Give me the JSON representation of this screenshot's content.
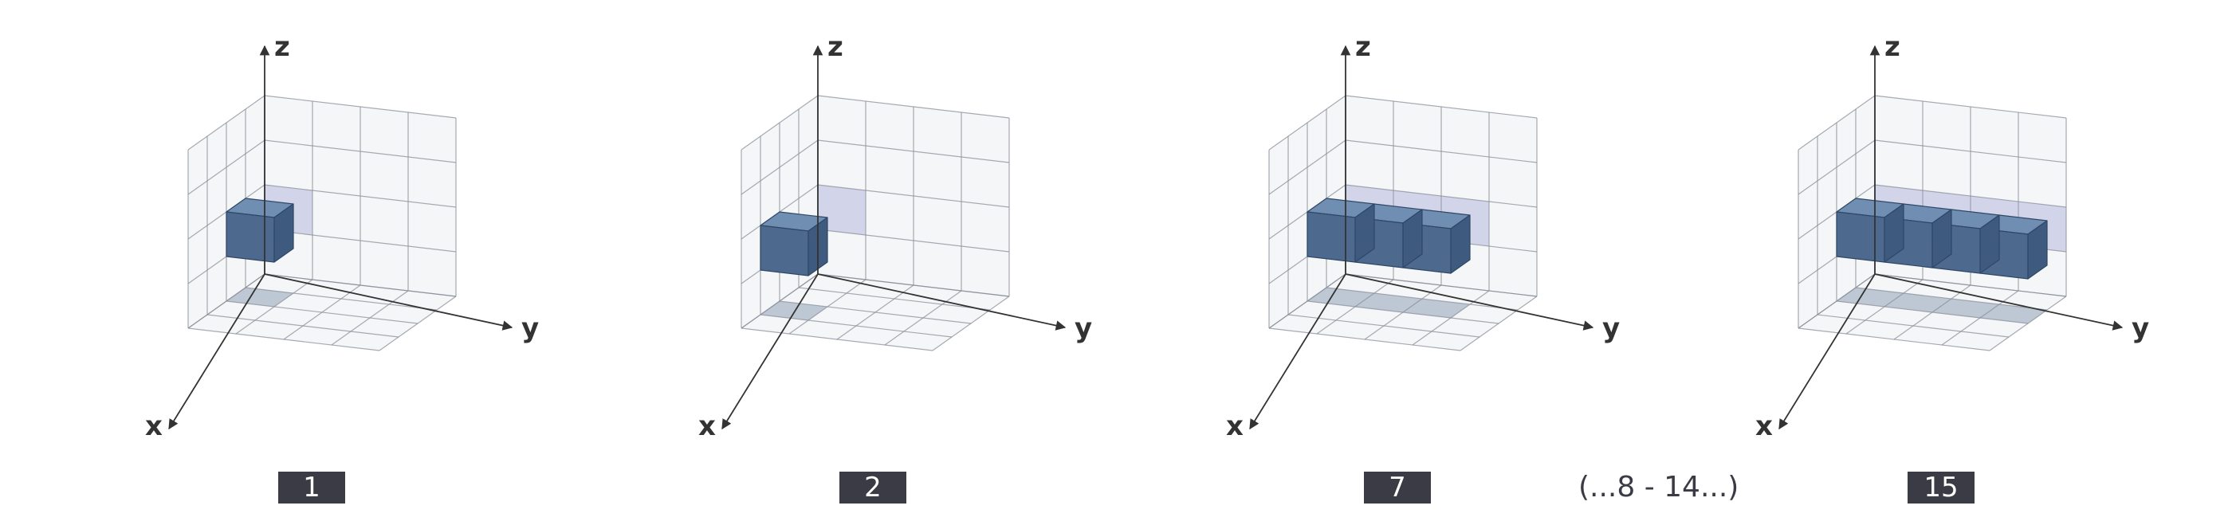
{
  "axis_labels": {
    "x": "x",
    "y": "y",
    "z": "z"
  },
  "steps": [
    {
      "label": "1",
      "cubes": [
        [
          1,
          0
        ]
      ]
    },
    {
      "label": "2",
      "cubes": [
        [
          2,
          0
        ]
      ]
    },
    {
      "label": "7",
      "cubes": [
        [
          1,
          0
        ],
        [
          1,
          1
        ],
        [
          1,
          2
        ]
      ]
    },
    {
      "label": "15",
      "cubes": [
        [
          1,
          0
        ],
        [
          1,
          1
        ],
        [
          1,
          2
        ],
        [
          1,
          3
        ]
      ]
    }
  ],
  "gap_note": "(...8 - 14...)",
  "colors": {
    "cube_front": "#4d6a8e",
    "cube_top": "#6f8eb2",
    "cube_side": "#3e5a7e",
    "projection": "#a9acd6",
    "floor_mark": "#9aa9bd",
    "grid_line": "#8a8f9a",
    "panel_fill": "#e9eaee",
    "label_bg": "#3b3b45"
  }
}
